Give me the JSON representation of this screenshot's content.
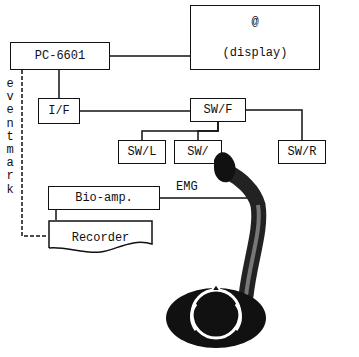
{
  "diagram": {
    "nodes": [
      {
        "text": [
          "PC-6601"
        ]
      },
      {
        "text": [
          "@",
          "(display)"
        ]
      },
      {
        "text": [
          "I/F"
        ]
      },
      {
        "text": [
          "SW/F"
        ]
      },
      {
        "text": [
          "SW/L"
        ]
      },
      {
        "text": [
          "SW/"
        ]
      },
      {
        "text": [
          "SW/R"
        ]
      },
      {
        "text": [
          "Bio-amp."
        ]
      },
      {
        "text": [
          "Recorder"
        ]
      }
    ],
    "edges": [
      {
        "from": 0,
        "to": 1,
        "arrow": "none"
      },
      {
        "from": 0,
        "to": 2,
        "arrow": "none"
      },
      {
        "from": 2,
        "to": 3,
        "arrow": "none"
      },
      {
        "from": 3,
        "to": 4,
        "arrow": "none"
      },
      {
        "from": 3,
        "to": 5,
        "arrow": "none"
      },
      {
        "from": 3,
        "to": 6,
        "arrow": "none"
      },
      {
        "from": 0,
        "to": 8,
        "arrow": "none"
      },
      {
        "from": 7,
        "to": 8,
        "arrow": "none"
      }
    ],
    "labels": [
      "event mark",
      "EMG"
    ]
  }
}
